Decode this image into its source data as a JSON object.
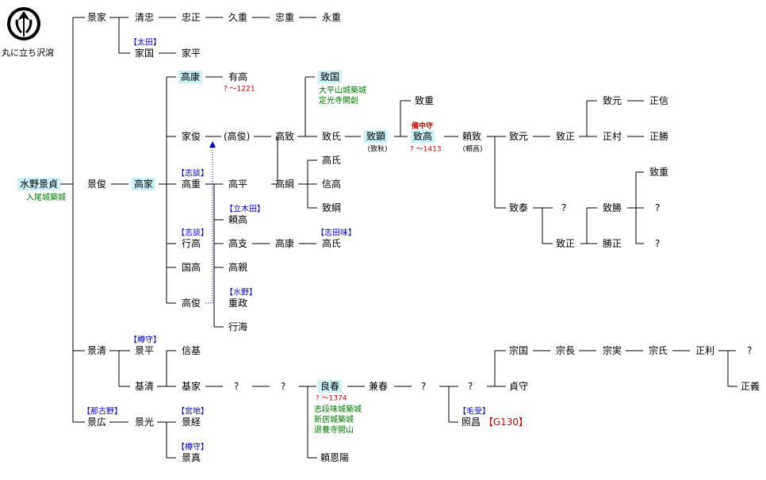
{
  "crest": {
    "caption": "丸に立ち沢瀉",
    "icon": "marunitachiomodaka-crest-icon"
  },
  "root": {
    "name": "水野景貞",
    "note": "入尾城築城"
  },
  "people": {
    "kageie": "景家",
    "kiyotada": "清忠",
    "tadamasa": "忠正",
    "hisashige": "久重",
    "tadashige": "忠重",
    "nagashige": "永重",
    "ieuni": "家国",
    "iehira": "家平",
    "kagetoshi": "景俊",
    "takaie": "高家",
    "takayasu": "高康",
    "aritaka": "有高",
    "ietoshi": "家俊",
    "takatoshi_p": "(高俊)",
    "takamune": "高致",
    "munekuni": "致国",
    "muneshige": "致重",
    "muneuji": "致氏",
    "munenobu": "致顕",
    "munenobu_alt": "(致秋)",
    "munetaka": "致高",
    "yorimune": "頼致",
    "yorimune_alt": "(頼高)",
    "munemoto1": "致元",
    "munemasa1": "致正",
    "munemoto2": "致元",
    "masamura": "正村",
    "masanobu": "正信",
    "masakatsu": "正勝",
    "takashige": "高重",
    "takahira": "高平",
    "takatsuna": "高綱",
    "takauji1": "高氏",
    "nobutaka": "信高",
    "munetsuna": "致綱",
    "yoritaka": "頼高",
    "munehiro": "致泰",
    "q1": "?",
    "munemasa2": "致正",
    "munekatsu": "致勝",
    "katsumasa": "勝正",
    "muneshige2": "致重",
    "q2": "?",
    "q3": "?",
    "yukitaka": "行高",
    "takashi": "高支",
    "takayasu2": "高康",
    "takauji2": "高氏",
    "kunitaka": "国高",
    "takachika": "高親",
    "takatoshi": "高俊",
    "shigemasa": "重政",
    "yukiumi": "行海",
    "kagekiyo": "景清",
    "kagehira": "景平",
    "nobumoto": "信基",
    "motokiyo": "基清",
    "motoie": "基家",
    "q4": "?",
    "q5": "?",
    "yoshiharu": "良春",
    "kaneharu": "兼春",
    "q6": "?",
    "q7": "?",
    "munekuni2": "宗国",
    "munenaga": "宗長",
    "munezane": "宗実",
    "muneuji2": "宗氏",
    "masatoshi": "正利",
    "q8": "?",
    "masayoshi": "正義",
    "sadamori": "貞守",
    "terumasa": "照昌",
    "g130": "【G130】",
    "kagehiro": "景広",
    "kagemitsu": "景光",
    "kagetsune": "景経",
    "kagezane": "景真",
    "raionyo": "頼恩陽"
  },
  "labels": {
    "ota": "【太田】",
    "shidan1": "【志談】",
    "shidan2": "【志談】",
    "tatekida": "【立木田】",
    "shidami": "【志田味】",
    "mizuno": "【水野】",
    "kusamori1": "【樽守】",
    "nakono": "【那古野】",
    "miyaji": "【宮地】",
    "kusamori2": "【樽守】",
    "kayu": "【毛受】",
    "bicchu": "備中守"
  },
  "dates": {
    "aritaka": "?  ～1221",
    "munetaka": "?  ～1413",
    "yoshiharu": "?  ～1374"
  },
  "notes": {
    "munekuni": [
      "大平山城築城",
      "定光寺開創"
    ],
    "yoshiharu": [
      "志段味城築城",
      "新居城築城",
      "退養寺開山"
    ]
  }
}
